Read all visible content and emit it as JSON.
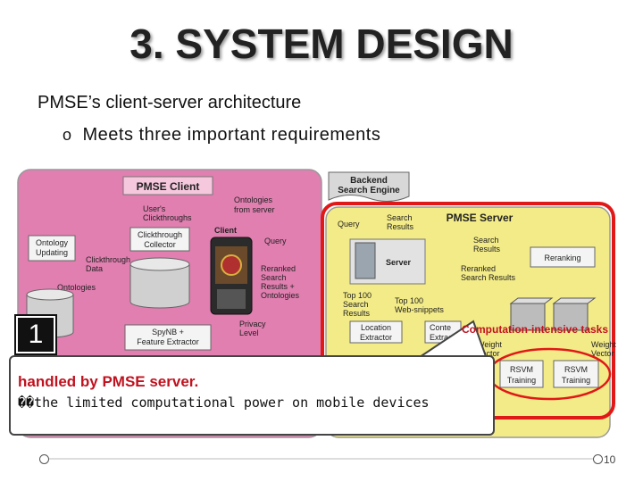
{
  "slide": {
    "title": "3. SYSTEM DESIGN",
    "bullet1": "PMSE’s client-server architecture",
    "bullet2_marker": "o",
    "bullet2": "Meets three important requirements",
    "page_number": "10"
  },
  "diagram": {
    "client_title": "PMSE Client",
    "server_title": "PMSE Server",
    "backend": [
      "Backend",
      "Search Engine"
    ],
    "ontology_updating": [
      "Ontology",
      "Updating"
    ],
    "users_clickthroughs": [
      "User's",
      "Clickthroughs"
    ],
    "ontologies_from_server": [
      "Ontologies",
      "from server"
    ],
    "clickthrough_collector": [
      "Clickthrough",
      "Collector"
    ],
    "client_label": "Client",
    "query_client": "Query",
    "clickthrough_data": [
      "Clickthrough",
      "Data"
    ],
    "ontologies": "Ontologies",
    "reranked_results": [
      "Reranked",
      "Search",
      "Results +",
      "Ontologies"
    ],
    "spynb": [
      "SpyNB +",
      "Feature Extractor"
    ],
    "privacy_level": [
      "Privacy",
      "Level"
    ],
    "query_server": "Query",
    "search_results_top": [
      "Search",
      "Results"
    ],
    "search_results_right": [
      "Search",
      "Results"
    ],
    "server_label": "Server",
    "reranking": "Reranking",
    "reranked_search_results": [
      "Reranked",
      "Search Results"
    ],
    "top100_search": [
      "Top 100",
      "Search",
      "Results"
    ],
    "top100_snippets": [
      "Top 100",
      "Web-snippets"
    ],
    "location_extractor": [
      "Location",
      "Extractor"
    ],
    "content_extract": [
      "Conte",
      "Extract"
    ],
    "weight_vector_1": [
      "Weight",
      "Vector"
    ],
    "weight_vector_2": [
      "Weight",
      "Vector"
    ],
    "rsvm_training_1": [
      "RSVM",
      "Training"
    ],
    "rsvm_training_2": [
      "RSVM",
      "Training"
    ]
  },
  "callout": {
    "number": "1",
    "computation_tasks": "Computation-intensive tasks",
    "line1": "handled by PMSE server.",
    "line2": "��the limited computational power on mobile devices"
  },
  "colors": {
    "client_bg": "#e07fb0",
    "server_bg": "#f3eb87",
    "highlight_red": "#e01818",
    "callout_text_red": "#c0121f"
  }
}
